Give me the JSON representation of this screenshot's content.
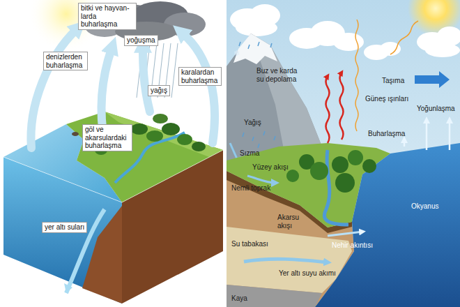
{
  "diagram": {
    "nodes": [
      {
        "text": [
          "bitki ve hayvan- larda buharlaşma"
        ]
      },
      {
        "text": [
          "yoğuşma"
        ]
      },
      {
        "text": [
          "denizlerden buharlaşma"
        ]
      },
      {
        "text": [
          "karalardan buharlaşma"
        ]
      },
      {
        "text": [
          "yağış"
        ]
      },
      {
        "text": [
          "göl ve akarsulardaki buharlaşma"
        ]
      },
      {
        "text": [
          "yer altı suları"
        ]
      }
    ],
    "labels": [
      "Buz ve karda su depolama",
      "Yağış",
      "Güneş ışınları",
      "Taşıma",
      "Yoğunlaşma",
      "Buharlaşma",
      "Sızma",
      "Yüzey akışı",
      "Nemli toprak",
      "Akarsu akışı",
      "Su tabakası",
      "Okyanus",
      "Nehir akıntısı",
      "Yer altı suyu akımı",
      "Kaya"
    ]
  }
}
